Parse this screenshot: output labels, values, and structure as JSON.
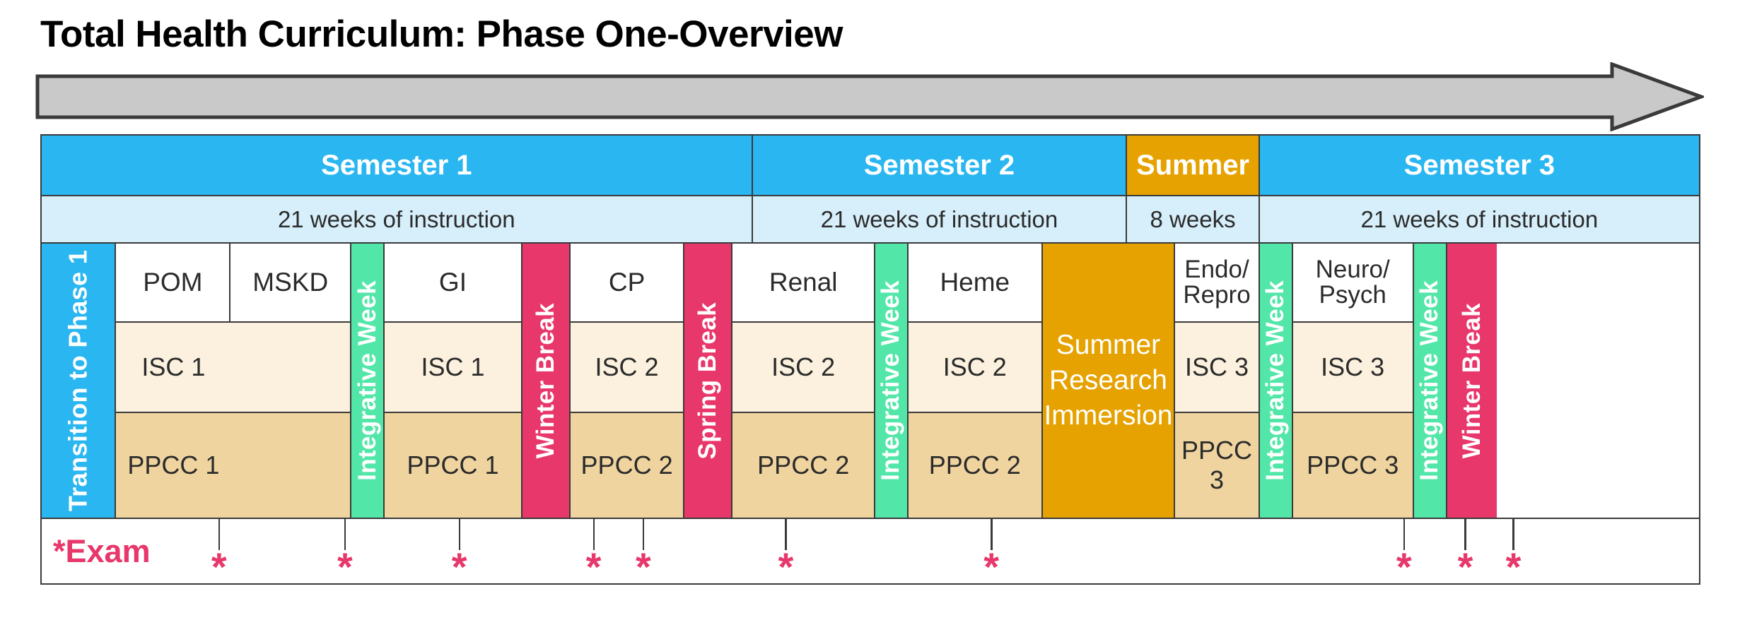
{
  "page": {
    "title": "Total Health Curriculum: Phase One-Overview",
    "arrow_icon": "right-arrow-timeline"
  },
  "colors": {
    "semester_blue": "#2ab6f0",
    "weeks_light_blue": "#d6effb",
    "summer_orange": "#e5a200",
    "integrative_green": "#52e6a8",
    "break_crimson": "#e8376a",
    "isc_cream": "#fbf1de",
    "ppcc_tan": "#efd49f",
    "course_white": "#ffffff",
    "border_gray": "#3a3a3a",
    "exam_pink": "#e8376a"
  },
  "semesters": [
    {
      "name": "Semester 1",
      "weeks": "21 weeks of instruction",
      "width": 42.9,
      "fill": "#2ab6f0"
    },
    {
      "name": "Semester 2",
      "weeks": "21 weeks of instruction",
      "width": 22.6,
      "fill": "#2ab6f0"
    },
    {
      "name": "Summer",
      "weeks": "8 weeks",
      "width": 8.0,
      "fill": "#e5a200"
    },
    {
      "name": "Semester 3",
      "weeks": "21 weeks of instruction",
      "width": 26.5,
      "fill": "#2ab6f0"
    }
  ],
  "columns": [
    {
      "kind": "vertical",
      "label": "Transition to Phase 1",
      "fill": "#2ab6f0",
      "width": 4.5
    },
    {
      "kind": "stack",
      "course": "POM",
      "isc": "ISC 1",
      "ppcc": "PPCC 1",
      "width": 6.9,
      "merge_isc_ppcc": true
    },
    {
      "kind": "stack",
      "course": "MSKD",
      "isc": "",
      "ppcc": "",
      "width": 7.3,
      "merge_isc_ppcc": true
    },
    {
      "kind": "vertical",
      "label": "Integrative Week",
      "fill": "#52e6a8",
      "width": 2.0
    },
    {
      "kind": "stack",
      "course": "GI",
      "isc": "ISC 1",
      "ppcc": "PPCC 1",
      "width": 8.3
    },
    {
      "kind": "vertical",
      "label": "Winter Break",
      "fill": "#e8376a",
      "width": 2.9
    },
    {
      "kind": "stack",
      "course": "CP",
      "isc": "ISC 2",
      "ppcc": "PPCC 2",
      "width": 6.9
    },
    {
      "kind": "vertical",
      "label": "Spring Break",
      "fill": "#e8376a",
      "width": 2.9
    },
    {
      "kind": "stack",
      "course": "Renal",
      "isc": "ISC 2",
      "ppcc": "PPCC 2",
      "width": 8.6
    },
    {
      "kind": "vertical",
      "label": "Integrative Week",
      "fill": "#52e6a8",
      "width": 2.0
    },
    {
      "kind": "stack",
      "course": "Heme",
      "isc": "ISC 2",
      "ppcc": "PPCC 2",
      "width": 8.1
    },
    {
      "kind": "summer",
      "label": "Summer Research Immersion",
      "fill": "#e5a200",
      "width": 8.0
    },
    {
      "kind": "stack",
      "course": "Endo/ Repro",
      "isc": "ISC 3",
      "ppcc": "PPCC 3",
      "width": 5.1,
      "two_line": true
    },
    {
      "kind": "vertical",
      "label": "Integrative Week",
      "fill": "#52e6a8",
      "width": 2.0
    },
    {
      "kind": "stack",
      "course": "Neuro/ Psych",
      "isc": "ISC 3",
      "ppcc": "PPCC 3",
      "width": 7.3,
      "two_line": true
    },
    {
      "kind": "vertical",
      "label": "Integrative Week",
      "fill": "#52e6a8",
      "width": 2.0
    },
    {
      "kind": "vertical",
      "label": "Winter Break",
      "fill": "#e8376a",
      "width": 3.0
    }
  ],
  "exam_row": {
    "label": "*Exam",
    "marker": "*",
    "marks_percent": [
      10.7,
      18.3,
      25.2,
      33.3,
      36.3,
      44.9,
      57.3,
      82.2,
      85.9,
      88.8
    ]
  }
}
